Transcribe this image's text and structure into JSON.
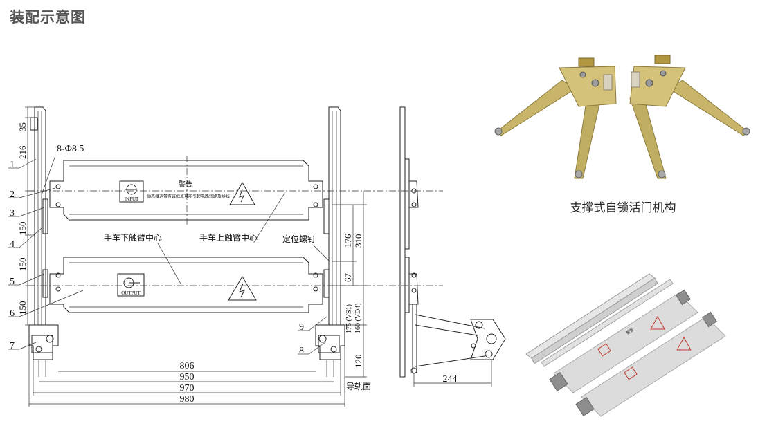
{
  "page_title": "装配示意图",
  "caption": "支撑式自锁活门机构",
  "drawing": {
    "hole_spec": "8-Φ8.5",
    "parts": [
      "1",
      "2",
      "3",
      "4",
      "5",
      "6",
      "7",
      "8",
      "9"
    ],
    "dims_left": [
      "35",
      "216",
      "150",
      "150",
      "150"
    ],
    "dims_right": [
      "176",
      "310",
      "67",
      "175 (VS1)",
      "160 (VD4)",
      "120"
    ],
    "dims_bottom": [
      "806",
      "950",
      "970",
      "980"
    ],
    "dim_side": "244",
    "label_lower_arm": "手车下触臂中心",
    "label_upper_arm": "手车上触臂中心",
    "label_screw": "定位螺钉",
    "label_rail": "导轨面",
    "warning_title": "警告",
    "warning_text": "动态接运带有该触点可能引起电路短路及导线",
    "input_label": "INPUT",
    "output_label": "OUTPUT"
  },
  "photo_panels": {
    "warning_title": "警告"
  }
}
